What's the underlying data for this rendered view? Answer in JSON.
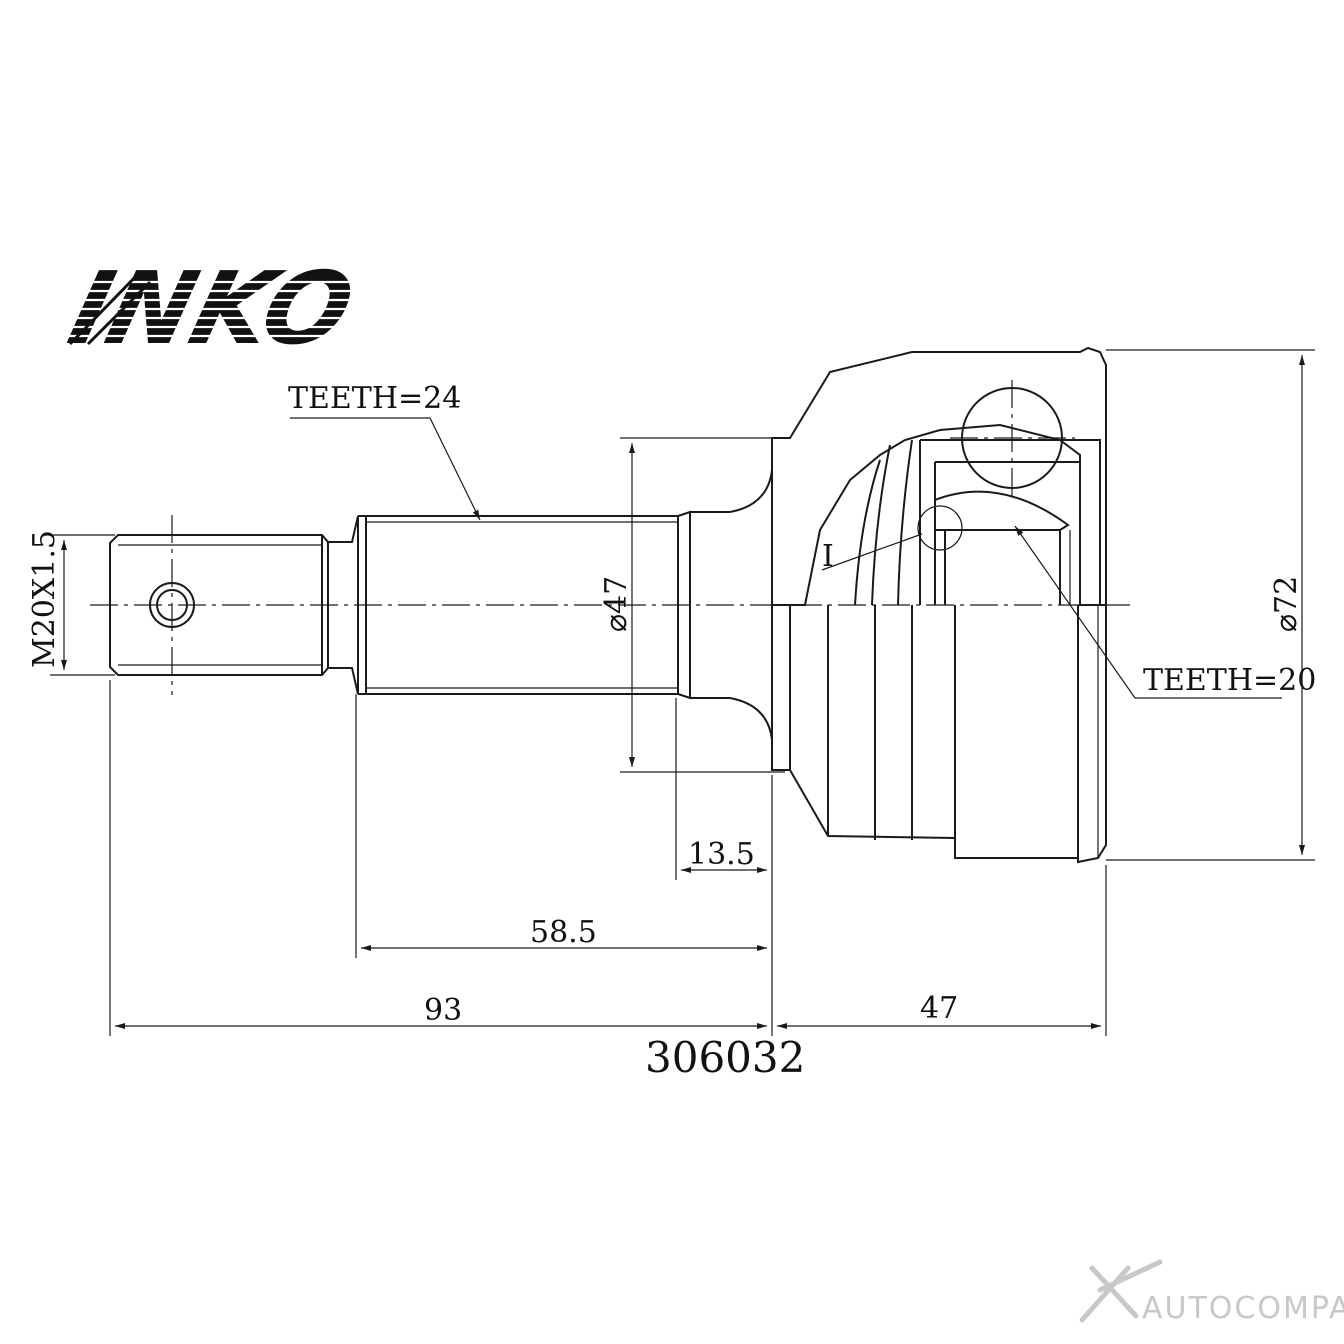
{
  "brand": {
    "logo_text": "INKO"
  },
  "part_number": "306032",
  "labels": {
    "spline_shaft": "TEETH=24",
    "spline_bore": "TEETH=20",
    "thread": "M20X1.5",
    "shaft_diameter": "⌀47",
    "outer_diameter": "⌀72",
    "detail_mark": "I"
  },
  "dimensions": {
    "d1": "13.5",
    "d2": "58.5",
    "d3": "93",
    "d4": "47"
  },
  "watermark": {
    "text": "AUTOCOMPAS"
  },
  "colors": {
    "line": "#1a1a1a",
    "watermark": "#c8c8c8",
    "background": "#ffffff"
  }
}
